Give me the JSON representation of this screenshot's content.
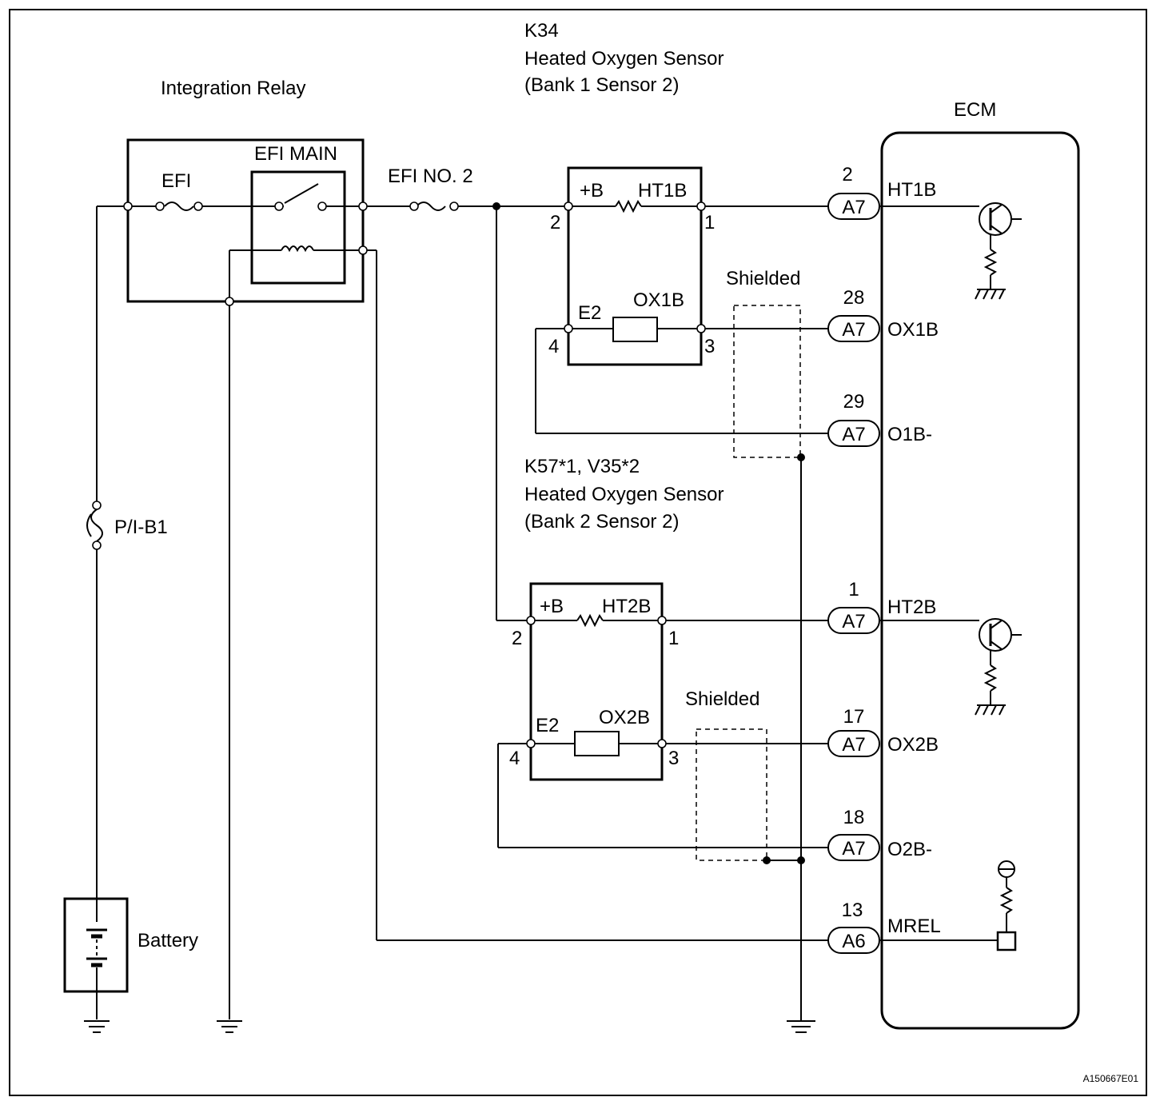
{
  "blocks": {
    "integration_relay": "Integration Relay",
    "efi_fuse": "EFI",
    "efi_main": "EFI MAIN",
    "efi_no2": "EFI NO. 2",
    "pib1": "P/I-B1",
    "battery": "Battery",
    "ecm": "ECM"
  },
  "sensor1": {
    "code": "K34",
    "name": "Heated Oxygen Sensor",
    "position": "(Bank 1 Sensor 2)",
    "plus_b": "+B",
    "heater": "HT1B",
    "ground": "E2",
    "signal": "OX1B",
    "pin_2": "2",
    "pin_1": "1",
    "pin_4": "4",
    "pin_3": "3",
    "shield": "Shielded"
  },
  "sensor2": {
    "code": "K57*1, V35*2",
    "name": "Heated Oxygen Sensor",
    "position": "(Bank 2 Sensor 2)",
    "plus_b": "+B",
    "heater": "HT2B",
    "ground": "E2",
    "signal": "OX2B",
    "pin_2": "2",
    "pin_1": "1",
    "pin_4": "4",
    "pin_3": "3",
    "shield": "Shielded"
  },
  "ecm_terminals": [
    {
      "pin": "2",
      "connector": "A7",
      "name": "HT1B"
    },
    {
      "pin": "28",
      "connector": "A7",
      "name": "OX1B"
    },
    {
      "pin": "29",
      "connector": "A7",
      "name": "O1B-"
    },
    {
      "pin": "1",
      "connector": "A7",
      "name": "HT2B"
    },
    {
      "pin": "17",
      "connector": "A7",
      "name": "OX2B"
    },
    {
      "pin": "18",
      "connector": "A7",
      "name": "O2B-"
    },
    {
      "pin": "13",
      "connector": "A6",
      "name": "MREL"
    }
  ],
  "figure_id": "A150667E01"
}
